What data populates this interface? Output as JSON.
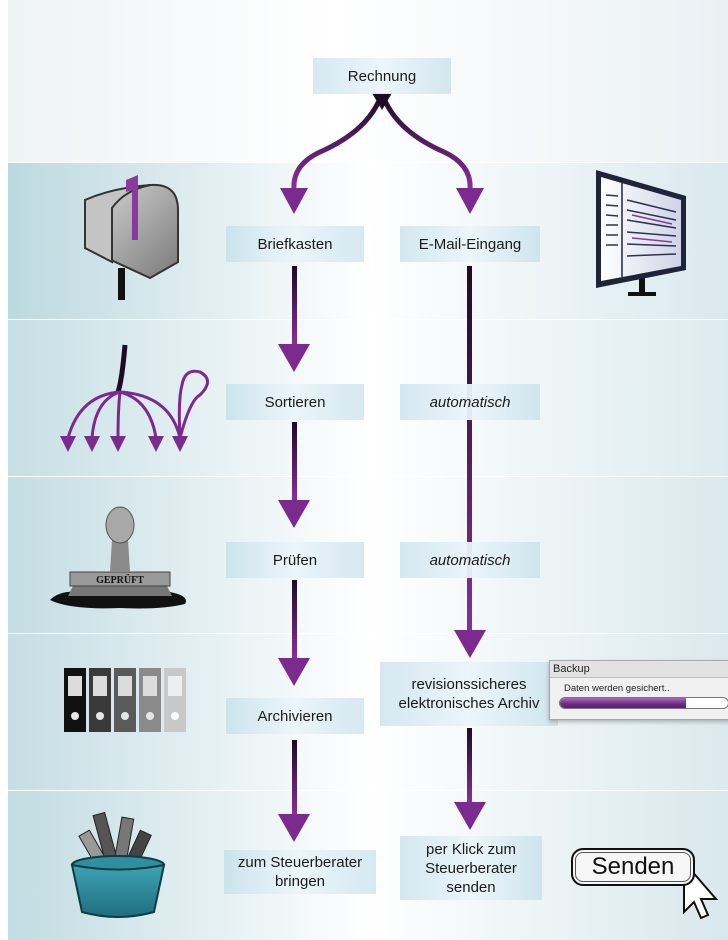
{
  "flow": {
    "top": "Rechnung",
    "left": [
      "Briefkasten",
      "Sortieren",
      "Prüfen",
      "Archivieren",
      "zum Steuerberater bringen"
    ],
    "right": [
      "E-Mail-Eingang",
      "automatisch",
      "automatisch",
      "revisionssicheres elektronisches Archiv",
      "per Klick zum Steuerberater senden"
    ]
  },
  "stamp_text": "GEPRÜFT",
  "backup_dialog": {
    "title": "Backup",
    "status": "Daten werden gesichert..",
    "progress": 0.75
  },
  "send_button": {
    "label": "Senden"
  },
  "colors": {
    "arrow": "#7b2a8e",
    "arrow_dark": "#2a0d33",
    "label_bg": "#cfe3ec"
  }
}
